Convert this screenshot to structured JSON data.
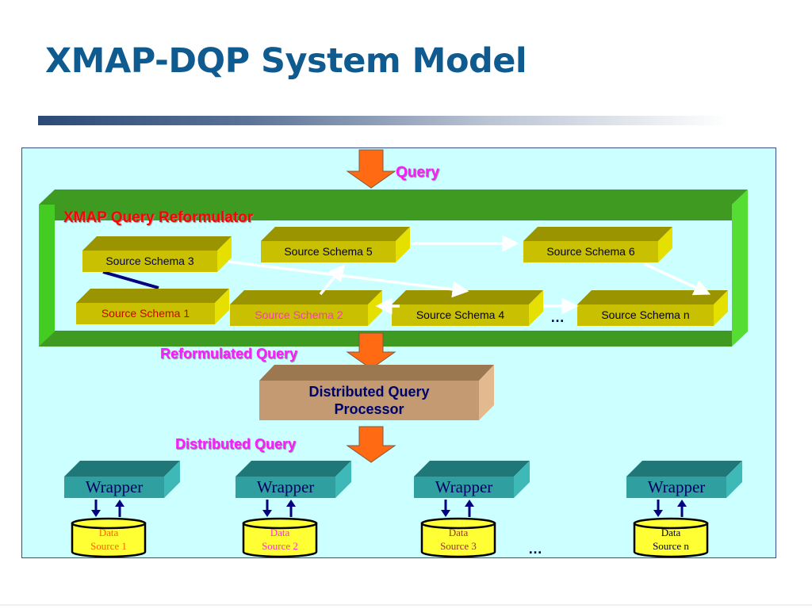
{
  "slide": {
    "title": "XMAP-DQP System Model"
  },
  "diagram": {
    "labels": {
      "query": "Query",
      "reformulator": "XMAP Query Reformulator",
      "reformulated_query": "Reformulated Query",
      "distributed_query": "Distributed Query",
      "ellipsis_schemas": "…",
      "ellipsis_sources": "…"
    },
    "schemas": [
      {
        "id": "s3",
        "label": "Source Schema 3",
        "text_color": "#000066"
      },
      {
        "id": "s5",
        "label": "Source Schema 5",
        "text_color": "#000033"
      },
      {
        "id": "s6",
        "label": "Source Schema 6",
        "text_color": "#000033"
      },
      {
        "id": "s1",
        "label": "Source Schema 1",
        "text_color": "#cc0000"
      },
      {
        "id": "s2",
        "label": "Source Schema 2",
        "text_color": "#ff33cc"
      },
      {
        "id": "s4",
        "label": "Source Schema 4",
        "text_color": "#000033"
      },
      {
        "id": "sn",
        "label": "Source Schema n",
        "text_color": "#000033"
      }
    ],
    "mapping_edges": [
      {
        "from": "Source Schema 3",
        "to": "Source Schema 4"
      },
      {
        "from": "Source Schema 2",
        "to": "Source Schema 5"
      },
      {
        "from": "Source Schema 5",
        "to": "Source Schema 6"
      },
      {
        "from": "Source Schema 6",
        "to": "Source Schema n"
      },
      {
        "from": "Source Schema 4",
        "to": "Source Schema 2"
      },
      {
        "from": "Source Schema 4",
        "to": "Source Schema n"
      },
      {
        "from": "Source Schema 1",
        "to": "Source Schema 3",
        "style": "dark"
      }
    ],
    "processor": {
      "line1": "Distributed Query",
      "line2": "Processor"
    },
    "wrappers": [
      {
        "label": "Wrapper",
        "source_line1": "Data",
        "source_line2": "Source 1",
        "source_color": "#ff6600"
      },
      {
        "label": "Wrapper",
        "source_line1": "Data",
        "source_line2": "Source 2",
        "source_color": "#ff33cc"
      },
      {
        "label": "Wrapper",
        "source_line1": "Data",
        "source_line2": "Source 3",
        "source_color": "#993333"
      },
      {
        "label": "Wrapper",
        "source_line1": "Data",
        "source_line2": "Source n",
        "source_color": "#000033"
      }
    ],
    "colors": {
      "panel_bg": "#ccffff",
      "frame_green": "#3f9a22",
      "frame_light": "#55dd33",
      "schema_face": "#c8c000",
      "schema_top": "#9a9400",
      "schema_side": "#e6e000",
      "arrow_orange": "#ff6a13",
      "processor_face": "#c49a72",
      "wrapper_face": "#2f9f9f",
      "cylinder": "#ffff33"
    }
  }
}
